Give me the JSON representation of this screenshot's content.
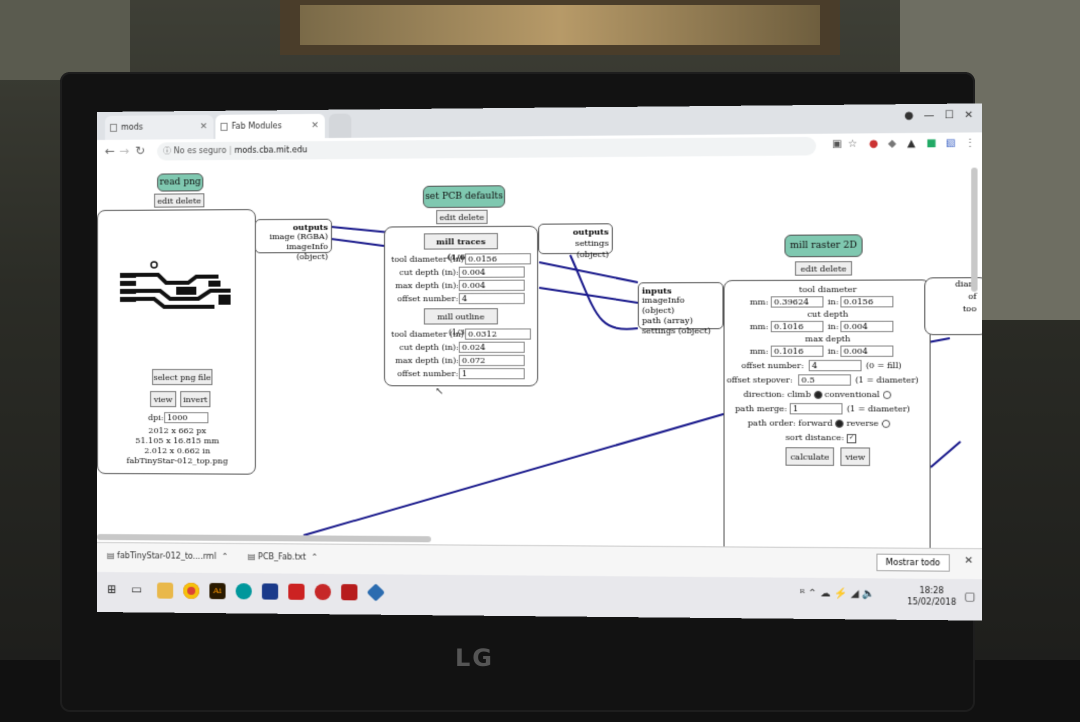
{
  "browser": {
    "tabs": [
      {
        "label": "mods"
      },
      {
        "label": "Fab Modules"
      }
    ],
    "security": "No es seguro",
    "url": "mods.cba.mit.edu"
  },
  "modules": {
    "read_png": {
      "title": "read png",
      "edit_delete": "edit delete",
      "outputs_title": "outputs",
      "outputs": [
        "image (RGBA)",
        "imageInfo (object)"
      ],
      "select_button": "select png file",
      "view_button": "view",
      "invert_button": "invert",
      "dpi_label": "dpi:",
      "dpi_value": "1000",
      "info": [
        "2012 x 662 px",
        "51.105 x 16.815 mm",
        "2.012 x 0.662 in",
        "fabTinyStar-012_top.png"
      ]
    },
    "set_pcb_defaults": {
      "title": "set PCB defaults",
      "edit_delete": "edit delete",
      "mill_traces_button": "mill traces (1/64)",
      "traces_fields": [
        {
          "label": "tool diameter (in):",
          "value": "0.0156"
        },
        {
          "label": "cut depth (in):",
          "value": "0.004"
        },
        {
          "label": "max depth (in):",
          "value": "0.004"
        },
        {
          "label": "offset number:",
          "value": "4"
        }
      ],
      "mill_outline_button": "mill outline (1/32)",
      "outline_fields": [
        {
          "label": "tool diameter (in):",
          "value": "0.0312"
        },
        {
          "label": "cut depth (in):",
          "value": "0.024"
        },
        {
          "label": "max depth (in):",
          "value": "0.072"
        },
        {
          "label": "offset number:",
          "value": "1"
        }
      ],
      "outputs_title": "outputs",
      "outputs": [
        "settings (object)"
      ]
    },
    "mill_raster_2d": {
      "title": "mill raster 2D",
      "edit_delete": "edit delete",
      "inputs_title": "inputs",
      "inputs": [
        "imageInfo (object)",
        "path (array)",
        "settings (object)"
      ],
      "tool_diameter_title": "tool diameter",
      "tool_mm": "0.39624",
      "tool_in": "0.0156",
      "cut_depth_title": "cut depth",
      "cut_mm": "0.1016",
      "cut_in": "0.004",
      "max_depth_title": "max depth",
      "max_mm": "0.1016",
      "max_in": "0.004",
      "mm_label": "mm:",
      "in_label": "in:",
      "offset_number_label": "offset number:",
      "offset_number_value": "4",
      "offset_number_note": "(0 = fill)",
      "offset_stepover_label": "offset stepover:",
      "offset_stepover_value": "0.5",
      "offset_stepover_note": "(1 = diameter)",
      "direction_label": "direction: climb",
      "direction_alt": "conventional",
      "path_merge_label": "path merge:",
      "path_merge_value": "1",
      "path_merge_note": "(1 = diameter)",
      "path_order_label": "path order: forward",
      "path_order_alt": "reverse",
      "sort_distance_label": "sort distance:",
      "calculate_button": "calculate",
      "view_button": "view"
    },
    "partial_right": {
      "lines": [
        "diam",
        "of",
        "too"
      ]
    }
  },
  "downloads": {
    "items": [
      {
        "name": "fabTinyStar-012_to....rml"
      },
      {
        "name": "PCB_Fab.txt"
      }
    ],
    "show_all": "Mostrar todo"
  },
  "taskbar": {
    "time": "18:28",
    "date": "15/02/2018"
  },
  "monitor": {
    "brand": "LG"
  },
  "colors": {
    "module_header": "#7fc8b0",
    "wire": "#1a1a8c"
  }
}
